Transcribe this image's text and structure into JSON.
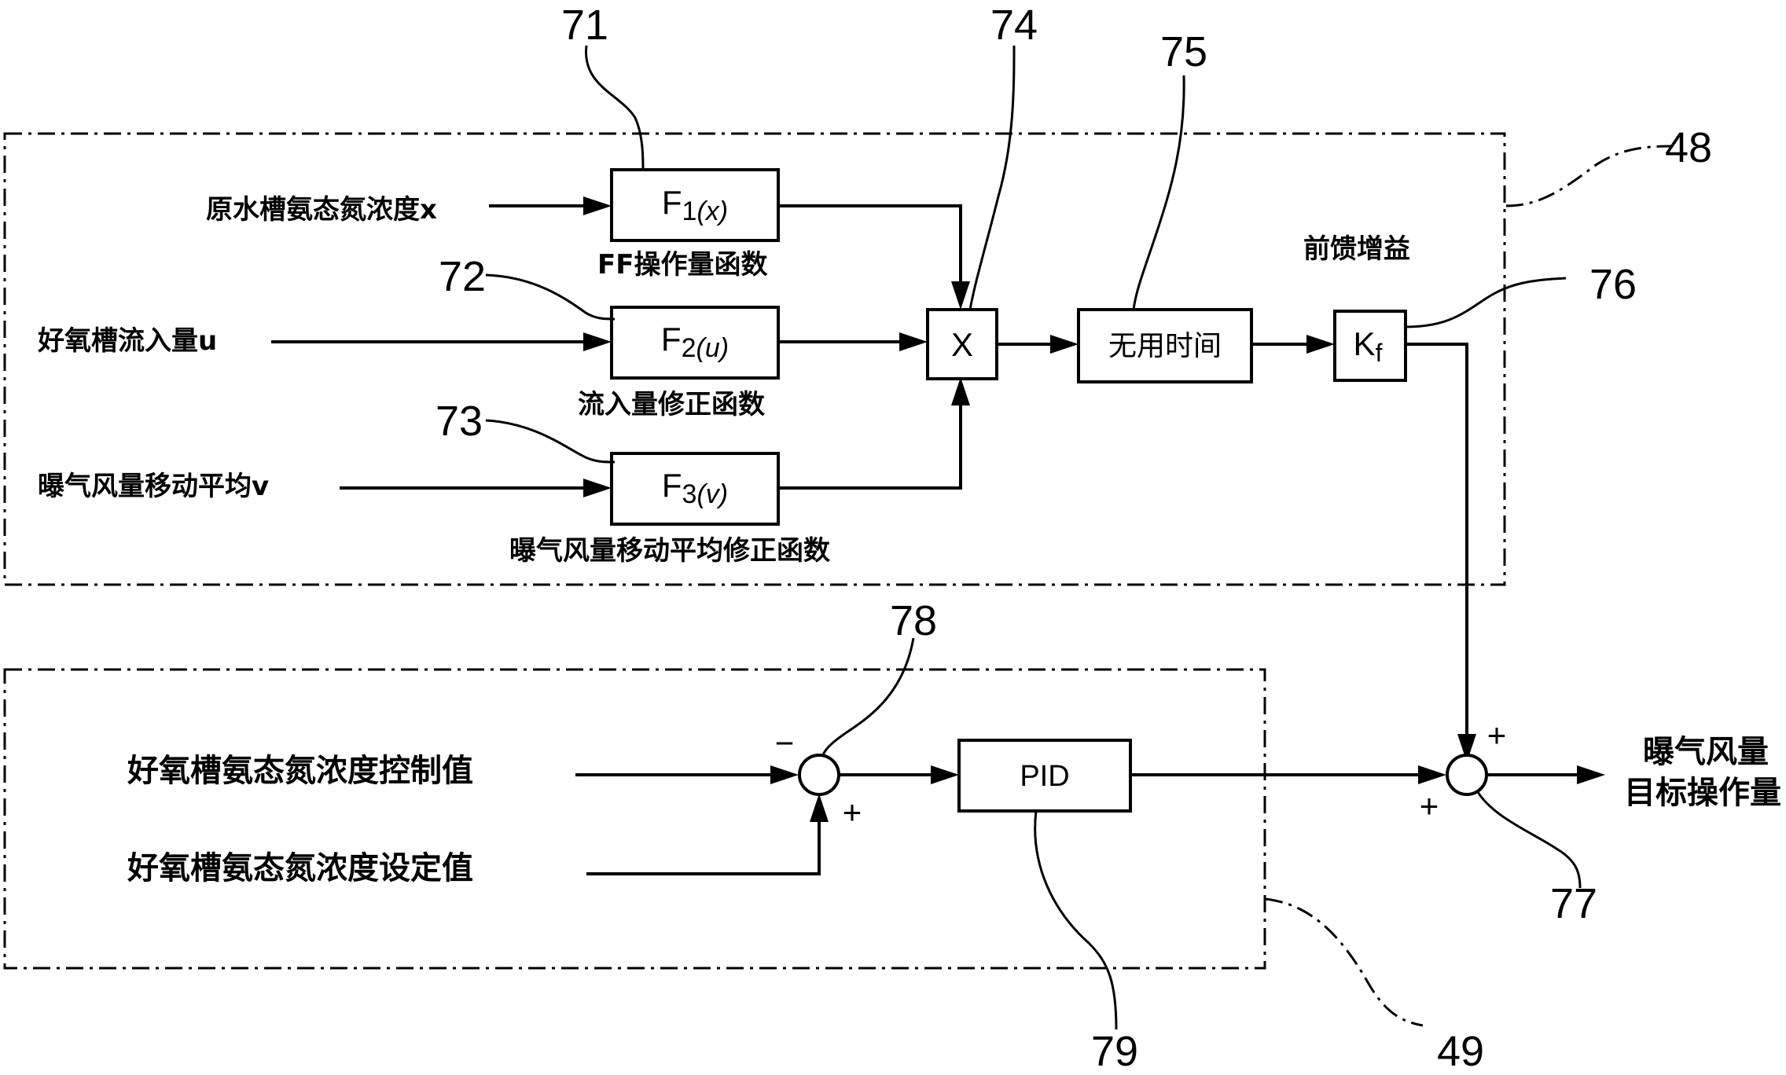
{
  "inputs": {
    "raw_ammonia": "原水槽氨态氮浓度x",
    "inflow": "好氧槽流入量u",
    "aeration_avg": "曝气风量移动平均v",
    "control_value": "好氧槽氨态氮浓度控制值",
    "set_value": "好氧槽氨态氮浓度设定值"
  },
  "blocks": {
    "f1": {
      "main": "F",
      "sub": "1",
      "arg": "(x)",
      "caption": "FF操作量函数"
    },
    "f2": {
      "main": "F",
      "sub": "2",
      "arg": "(u)",
      "caption": "流入量修正函数"
    },
    "f3": {
      "main": "F",
      "sub": "3",
      "arg": "(v)",
      "caption": "曝气风量移动平均修正函数"
    },
    "multiplier": "X",
    "dead_time": "无用时间",
    "gain_caption": "前馈增益",
    "gain": {
      "main": "K",
      "sub": "f"
    },
    "pid": "PID"
  },
  "output": {
    "line1": "曝气风量",
    "line2": "目标操作量"
  },
  "signs": {
    "sum1_top": "−",
    "sum1_bottom": "+",
    "sum2_top": "+",
    "sum2_left": "+"
  },
  "refs": {
    "r48": "48",
    "r49": "49",
    "r71": "71",
    "r72": "72",
    "r73": "73",
    "r74": "74",
    "r75": "75",
    "r76": "76",
    "r77": "77",
    "r78": "78",
    "r79": "79"
  }
}
